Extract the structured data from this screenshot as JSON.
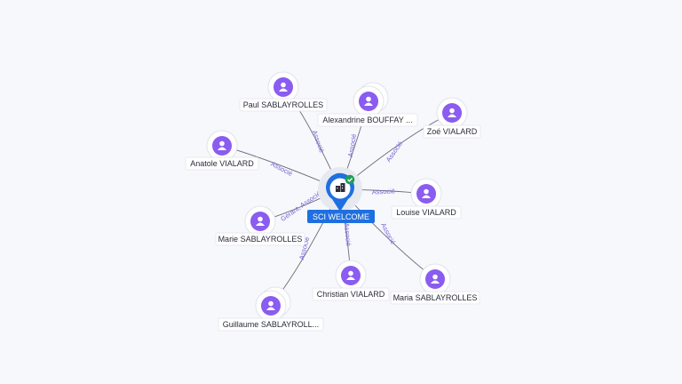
{
  "company": {
    "name": "SCI WELCOME",
    "icon": "building-icon",
    "status_icon": "check-badge-icon",
    "status_color": "#1e9e5a",
    "pin_color": "#1f6fe0"
  },
  "person_color": "#8a5cf0",
  "people": [
    {
      "id": "paul",
      "name": "Paul SABLAYROLLES",
      "relation": "Associé",
      "icon": "person-icon"
    },
    {
      "id": "alexandrine",
      "name": "Alexandrine BOUFFAY ...",
      "relation": "Associé",
      "icon": "person-icon",
      "stacked": true
    },
    {
      "id": "zoe",
      "name": "Zoé VIALARD",
      "relation": "Associé",
      "icon": "person-icon"
    },
    {
      "id": "anatole",
      "name": "Anatole VIALARD",
      "relation": "Associé",
      "icon": "person-icon"
    },
    {
      "id": "louise",
      "name": "Louise VIALARD",
      "relation": "Associé",
      "icon": "person-icon"
    },
    {
      "id": "marie",
      "name": "Marie SABLAYROLLES",
      "relation": "Gérant, Associé",
      "icon": "person-icon"
    },
    {
      "id": "christian",
      "name": "Christian VIALARD",
      "relation": "Associé",
      "icon": "person-icon"
    },
    {
      "id": "maria",
      "name": "Maria SABLAYROLLES",
      "relation": "Associé",
      "icon": "person-icon"
    },
    {
      "id": "guillaume",
      "name": "Guillaume SABLAYROLL...",
      "relation": "Associé",
      "icon": "person-icon",
      "stacked": true
    }
  ]
}
